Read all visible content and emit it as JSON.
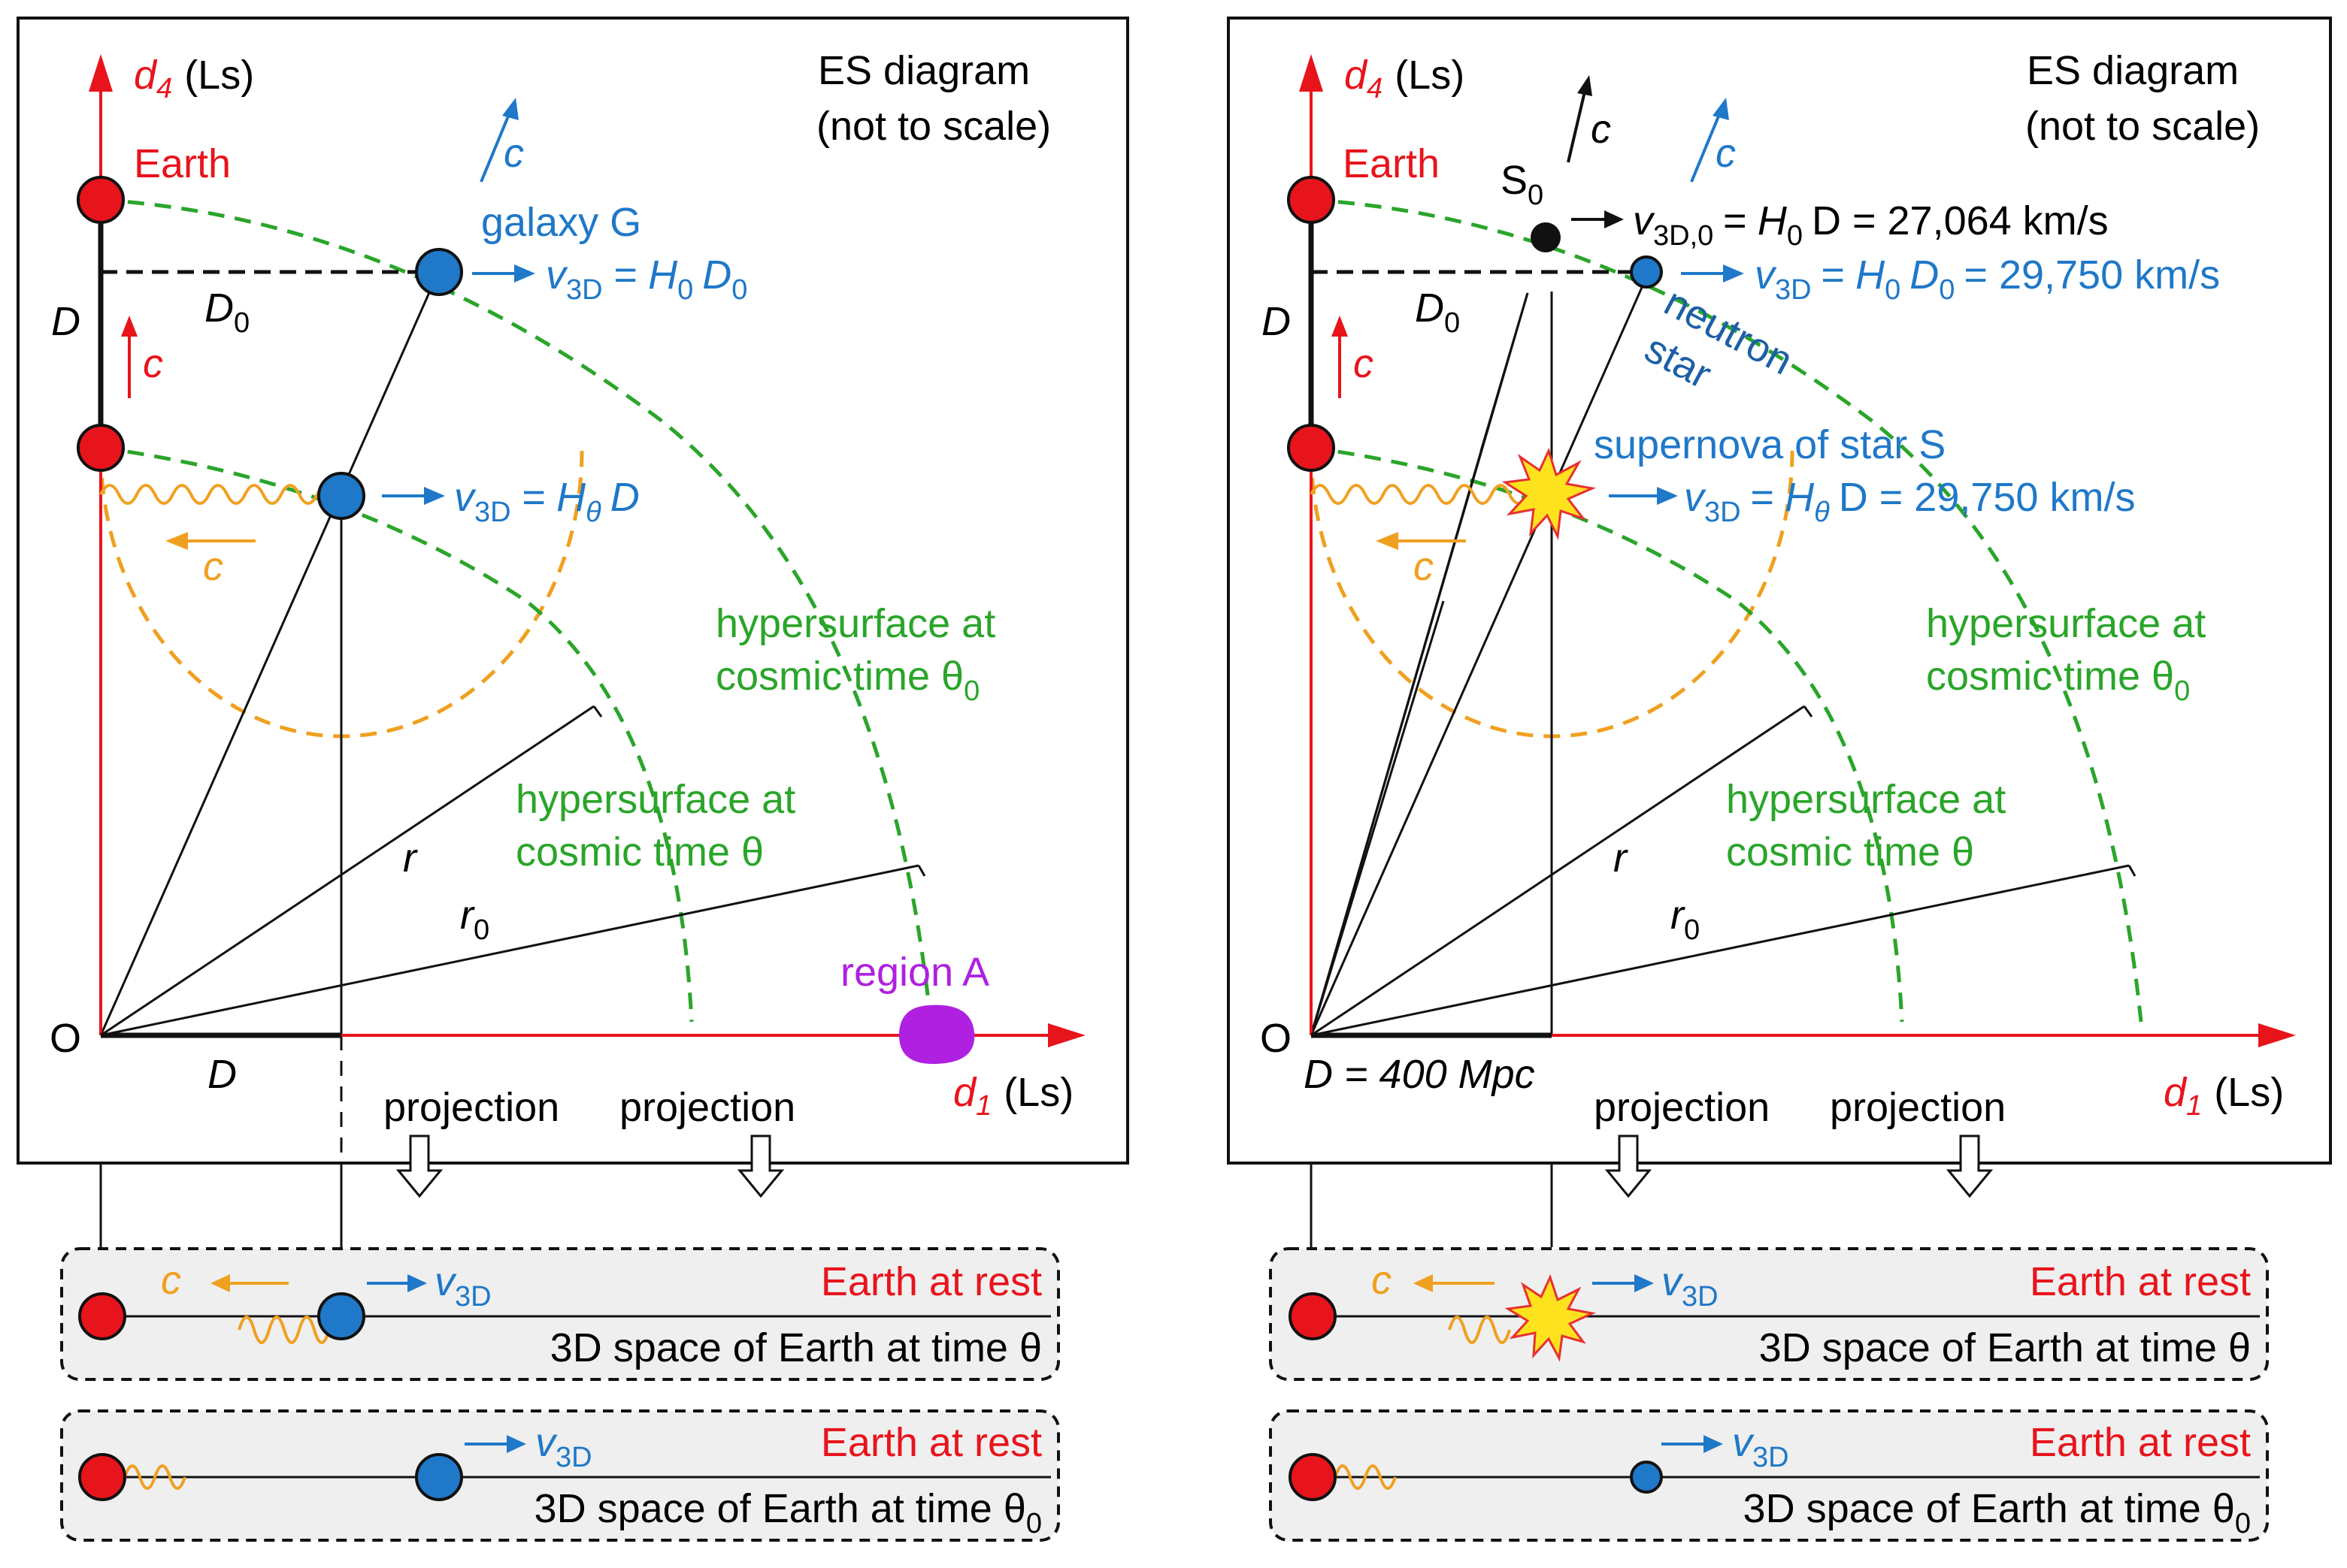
{
  "colors": {
    "red": "#e8141c",
    "blue": "#1f78c8",
    "dark_blue": "#1d5fa6",
    "green": "#2aa52a",
    "orange": "#f0a020",
    "purple": "#b020e0",
    "panel_gray": "#efefef",
    "black": "#111111"
  },
  "left": {
    "title_1": "ES diagram",
    "title_2": "(not to scale)",
    "d4_var": "d",
    "d4_sub": "4",
    "d4_unit": "(Ls)",
    "d1_var": "d",
    "d1_sub": "1",
    "d1_unit": "(Ls)",
    "origin": "O",
    "earth": "Earth",
    "D_label": "D",
    "D0_var": "D",
    "D0_sub": "0",
    "c": "c",
    "galaxy": "galaxy G",
    "v3d_galaxy_v": "v",
    "v3d_galaxy_sub": "3D",
    "v3d_galaxy_eq": "= H",
    "v3d_galaxy_sub2": "0",
    "v3d_galaxy_D": "D",
    "v3d_galaxy_sub3": "0",
    "v3d_inner_v": "v",
    "v3d_inner_sub": "3D",
    "v3d_inner_eq": "= H",
    "v3d_inner_sub2": "θ",
    "v3d_inner_D": "D",
    "hyper_outer_1": "hypersurface at",
    "hyper_outer_2": "cosmic time θ",
    "hyper_outer_sub": "0",
    "hyper_inner_1": "hypersurface at",
    "hyper_inner_2": "cosmic time θ",
    "r": "r",
    "r0": "r",
    "r0_sub": "0",
    "region": "region A",
    "D_bottom": "D",
    "projection_1": "projection",
    "projection_2": "projection"
  },
  "right": {
    "title_1": "ES diagram",
    "title_2": "(not to scale)",
    "d4_var": "d",
    "d4_sub": "4",
    "d4_unit": "(Ls)",
    "d1_var": "d",
    "d1_sub": "1",
    "d1_unit": "(Ls)",
    "origin": "O",
    "earth": "Earth",
    "S0": "S",
    "S0_sub": "0",
    "D_label": "D",
    "D0_var": "D",
    "D0_sub": "0",
    "c": "c",
    "v3d0_v": "v",
    "v3d0_sub": "3D,0",
    "v3d0_eq": "= H",
    "v3d0_sub2": "0",
    "v3d0_rest": "D = 27,064 km/s",
    "neutron_1": "neutron",
    "neutron_2": "star",
    "v3d_ns_v": "v",
    "v3d_ns_sub": "3D",
    "v3d_ns_eq": "= H",
    "v3d_ns_sub2": "0",
    "v3d_ns_D": "D",
    "v3d_ns_sub3": "0",
    "v3d_ns_rest": "= 29,750 km/s",
    "supernova": "supernova of star S",
    "v3d_sn_v": "v",
    "v3d_sn_sub": "3D",
    "v3d_sn_eq": "= H",
    "v3d_sn_sub2": "θ",
    "v3d_sn_rest": "D = 29,750 km/s",
    "hyper_outer_1": "hypersurface at",
    "hyper_outer_2": "cosmic time θ",
    "hyper_outer_sub": "0",
    "hyper_inner_1": "hypersurface at",
    "hyper_inner_2": "cosmic time θ",
    "r": "r",
    "r0": "r",
    "r0_sub": "0",
    "D_bottom": "D = 400 Mpc",
    "projection_1": "projection",
    "projection_2": "projection"
  },
  "bottom_left": {
    "top_c": "c",
    "top_v": "v",
    "top_v_sub": "3D",
    "top_rest": "Earth at rest",
    "top_space": "3D space of Earth at time θ",
    "bot_v": "v",
    "bot_v_sub": "3D",
    "bot_rest": "Earth at rest",
    "bot_space": "3D space of Earth at time θ",
    "bot_space_sub": "0"
  },
  "bottom_right": {
    "top_c": "c",
    "top_v": "v",
    "top_v_sub": "3D",
    "top_rest": "Earth at rest",
    "top_space": "3D space of Earth at time θ",
    "bot_v": "v",
    "bot_v_sub": "3D",
    "bot_rest": "Earth at rest",
    "bot_space": "3D space of Earth at time θ",
    "bot_space_sub": "0"
  }
}
